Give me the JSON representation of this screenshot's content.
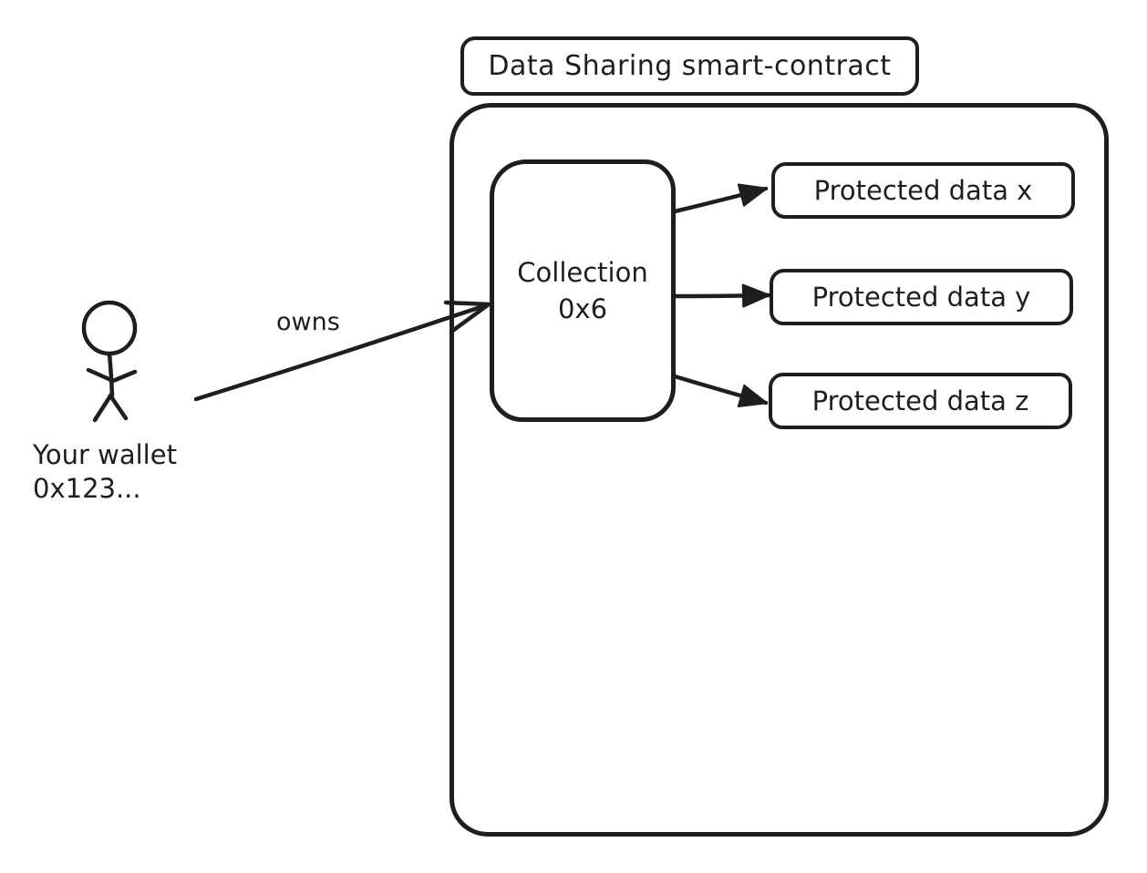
{
  "diagram": {
    "title_box": {
      "label": "Data Sharing smart-contract"
    },
    "collection_box": {
      "line1": "Collection",
      "line2": "0x6"
    },
    "protected_data_boxes": [
      {
        "label": "Protected data x"
      },
      {
        "label": "Protected data y"
      },
      {
        "label": "Protected data z"
      }
    ],
    "actor": {
      "line1": "Your wallet",
      "line2": "0x123..."
    },
    "owns_arrow": {
      "label": "owns"
    },
    "colors": {
      "stroke": "#1e1e1e",
      "background": "#ffffff"
    }
  }
}
